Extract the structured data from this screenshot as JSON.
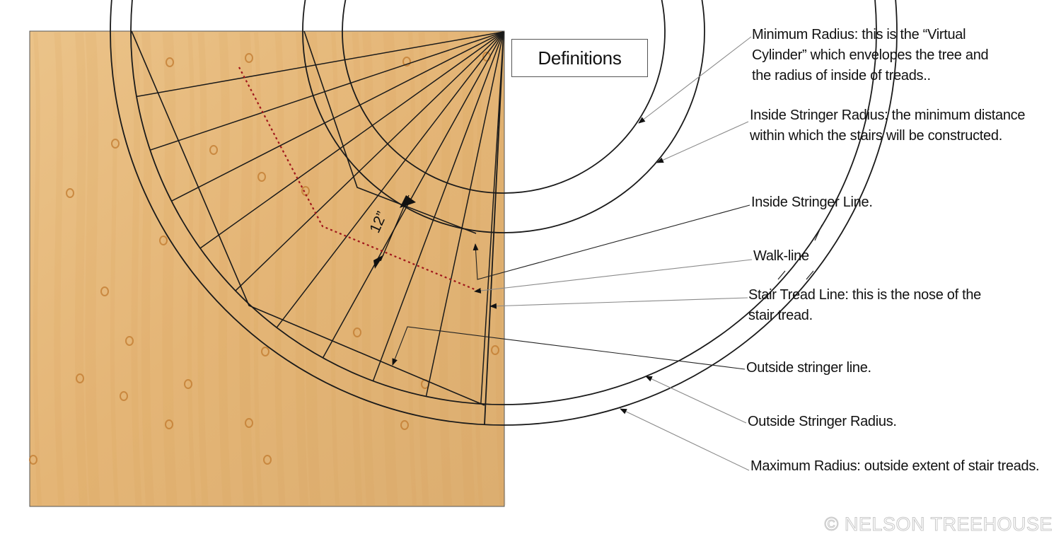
{
  "header": {
    "definitions_label": "Definitions"
  },
  "labels": {
    "minimum_radius": "Minimum Radius: this is the “Virtual Cylinder” which envelopes the tree and the radius of inside of treads..",
    "inside_stringer_radius": "Inside Stringer Radius: the minimum distance within which the stairs will be constructed.",
    "inside_stringer_line": "Inside Stringer Line.",
    "walk_line": "Walk-line",
    "stair_tread_line": "Stair Tread Line: this is the nose of the stair tread.",
    "outside_stringer_line": "Outside stringer line.",
    "outside_stringer_radius": "Outside Stringer Radius.",
    "maximum_radius": "Maximum Radius: outside extent of stair treads."
  },
  "dimension": {
    "tread_depth": "12”"
  },
  "watermark": "© NELSON TREEHOUSE",
  "colors": {
    "plywood": "#e6b978",
    "plywood_grain": "#d49a52",
    "knot": "#c07a2e",
    "line": "#1a1a1a",
    "walk_line": "#a0161b",
    "leader": "#8a8a8a"
  }
}
